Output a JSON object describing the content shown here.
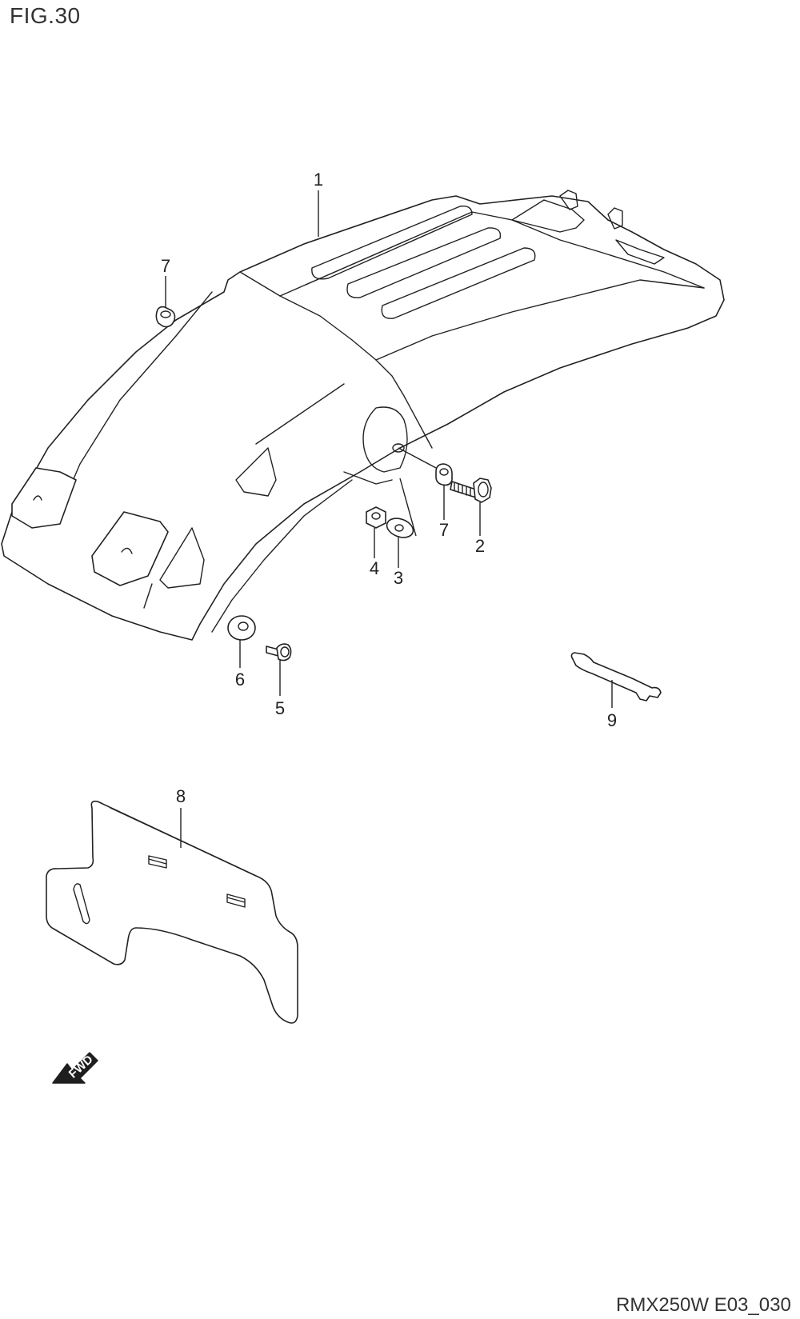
{
  "figure": {
    "title": "FIG.30",
    "code": "RMX250W E03_030"
  },
  "callouts": {
    "part_1": "1",
    "part_2": "2",
    "part_3": "3",
    "part_4": "4",
    "part_5": "5",
    "part_6": "6",
    "part_7a": "7",
    "part_7b": "7",
    "part_8": "8",
    "part_9": "9"
  },
  "direction_indicator": {
    "label": "FWD"
  }
}
